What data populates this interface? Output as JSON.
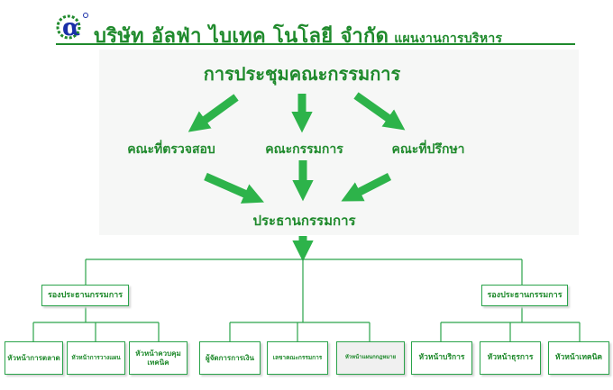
{
  "header": {
    "company_name": "บริษัท อัลฟ่า ไบเทค โนโลยี จำกัด",
    "subtitle": "แผนงานการบริหาร"
  },
  "top": {
    "board_meeting": "การประชุมคณะกรรมการ",
    "audit_committee": "คณะที่ตรวจสอบ",
    "board_of_directors": "คณะกรรมการ",
    "advisory_committee": "คณะที่ปรึกษา",
    "chairman": "ประธานกรรมการ"
  },
  "vice_left": {
    "title": "รองประธานกรรมการ",
    "children": [
      "หัวหน้าการตลาด",
      "หัวหน้าการวางแผน",
      "หัวหน้าควบคุมเทคนิค"
    ]
  },
  "center": {
    "children": [
      "ผู้จัดการการเงิน",
      "เลขาคณะกรรมการ",
      "หัวหน้าแผนกกฎหมาย"
    ]
  },
  "vice_right": {
    "title": "รองประธานกรรมการ",
    "children": [
      "หัวหน้าบริการ",
      "หัวหน้าธุรการ",
      "หัวหน้าเทคนิค"
    ]
  },
  "colors": {
    "accent_green": "#1f8a2c",
    "arrow_green": "#2db34a",
    "line_green": "#2aa34a",
    "logo_blue": "#1a2fa8"
  },
  "icons": {
    "logo": "alpha-logo-icon"
  }
}
